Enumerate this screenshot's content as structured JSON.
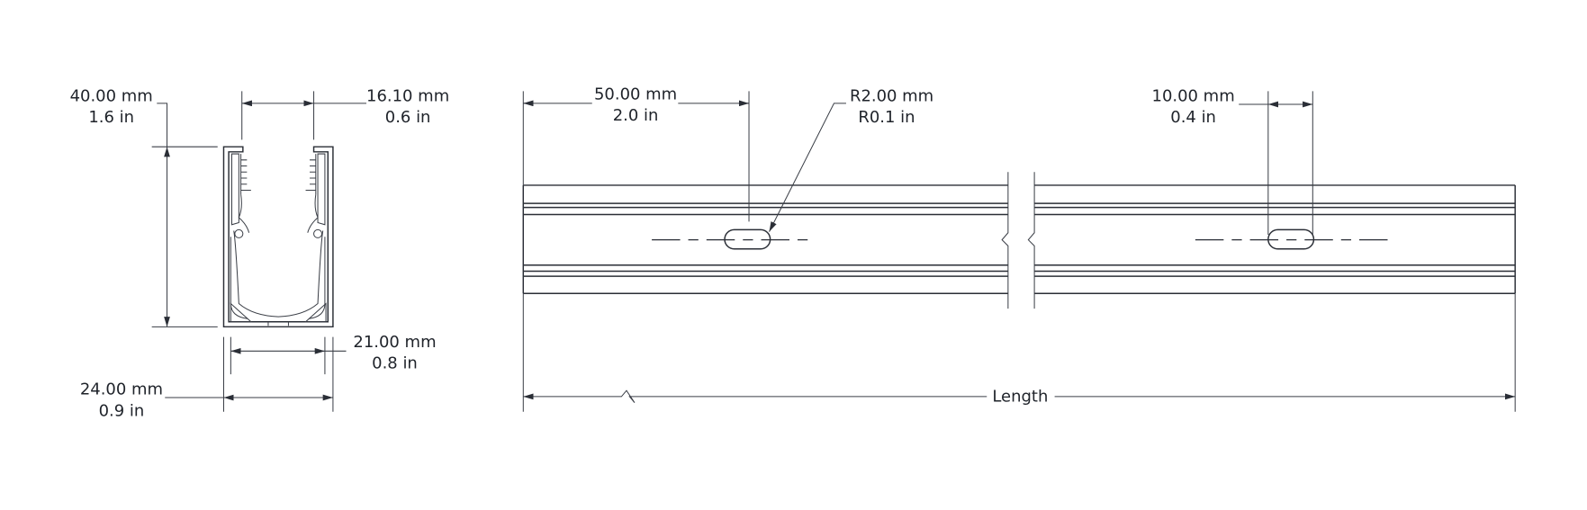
{
  "cross_section": {
    "height": {
      "mm": "40.00 mm",
      "in": "1.6 in"
    },
    "opening": {
      "mm": "16.10 mm",
      "in": "0.6 in"
    },
    "inner_width": {
      "mm": "21.00 mm",
      "in": "0.8 in"
    },
    "outer_width": {
      "mm": "24.00 mm",
      "in": "0.9 in"
    }
  },
  "side_view": {
    "slot_offset": {
      "mm": "50.00 mm",
      "in": "2.0 in"
    },
    "slot_radius": {
      "mm": "R2.00 mm",
      "in": "R0.1 in"
    },
    "slot_length": {
      "mm": "10.00 mm",
      "in": "0.4 in"
    },
    "overall": "Length"
  }
}
